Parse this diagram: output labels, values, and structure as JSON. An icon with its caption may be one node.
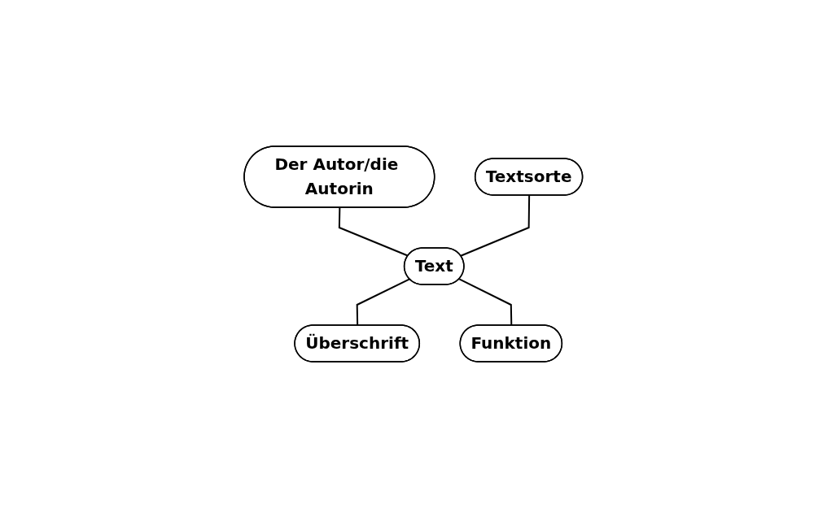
{
  "diagram": {
    "nodes": [
      {
        "text": [
          "Der Autor/die Autorin"
        ]
      },
      {
        "text": [
          "Textsorte"
        ]
      },
      {
        "text": [
          "Text"
        ]
      },
      {
        "text": [
          "Überschrift"
        ]
      },
      {
        "text": [
          "Funktion"
        ]
      }
    ],
    "edges": [
      {
        "from": 0,
        "to": 2,
        "arrow": "none"
      },
      {
        "from": 1,
        "to": 2,
        "arrow": "none"
      },
      {
        "from": 2,
        "to": 3,
        "arrow": "none"
      },
      {
        "from": 2,
        "to": 4,
        "arrow": "none"
      }
    ]
  }
}
